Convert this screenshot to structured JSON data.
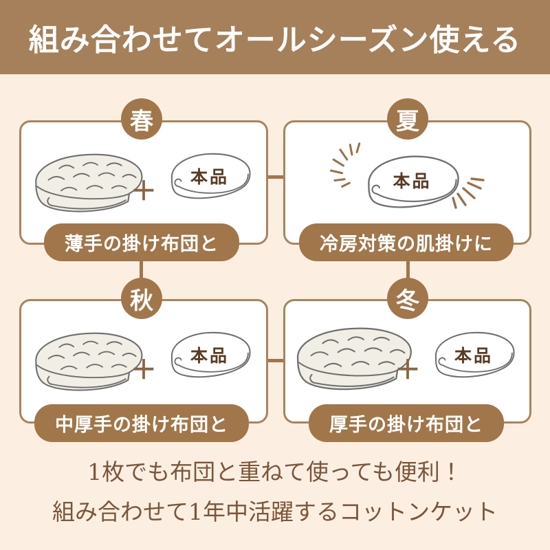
{
  "banner": {
    "title": "組み合わせてオールシーズン使える"
  },
  "seasons": [
    {
      "id": "spring",
      "badge": "春",
      "label": "薄手の掛け布団と",
      "product_tag": "本品"
    },
    {
      "id": "summer",
      "badge": "夏",
      "label": "冷房対策の肌掛けに",
      "product_tag": "本品"
    },
    {
      "id": "autumn",
      "badge": "秋",
      "label": "中厚手の掛け布団と",
      "product_tag": "本品"
    },
    {
      "id": "winter",
      "badge": "冬",
      "label": "厚手の掛け布団と",
      "product_tag": "本品"
    }
  ],
  "plus_sign": "＋",
  "footer": {
    "line1": "1枚でも布団と重ねて使っても便利！",
    "line2": "組み合わせて1年中活躍するコットンケット"
  },
  "colors": {
    "banner_bg": "#a5805a",
    "page_bg": "#fcefe2",
    "panel_bg": "#ffffff",
    "panel_border": "#a9835d",
    "badge_and_pill_bg": "#a1764a",
    "connector": "#a1764a",
    "plus_sign": "#8c6442",
    "product_tag_text": "#573b24",
    "footer_text": "#7b563b",
    "illustration_stroke": "#6e6e6e",
    "futon_fill": "#f1eee5",
    "sparkle": "#9a7049"
  }
}
